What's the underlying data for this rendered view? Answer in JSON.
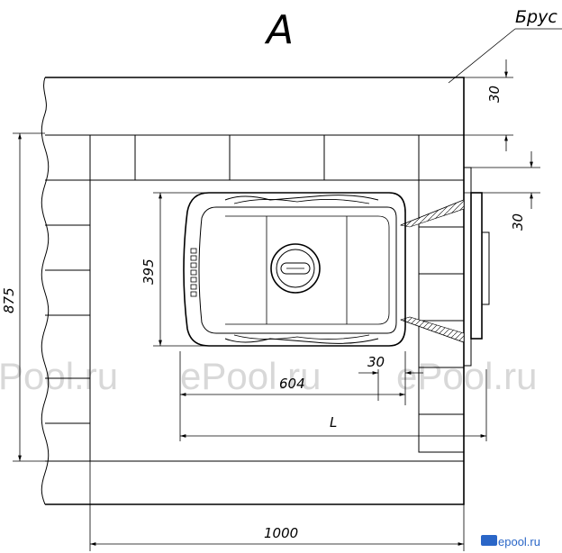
{
  "view_label": "A",
  "beam_label": "Брус",
  "dimensions": {
    "top_wall_offset": "30",
    "stove_gap_right": "30",
    "stove_gap_front": "30",
    "depth_total": "875",
    "stove_depth": "395",
    "stove_width": "604",
    "length": "L",
    "width_total": "1000"
  },
  "watermarks": {
    "left": "Pool.ru",
    "center": "ePool.ru",
    "right": "ePool.ru",
    "corner": "epool.ru"
  }
}
